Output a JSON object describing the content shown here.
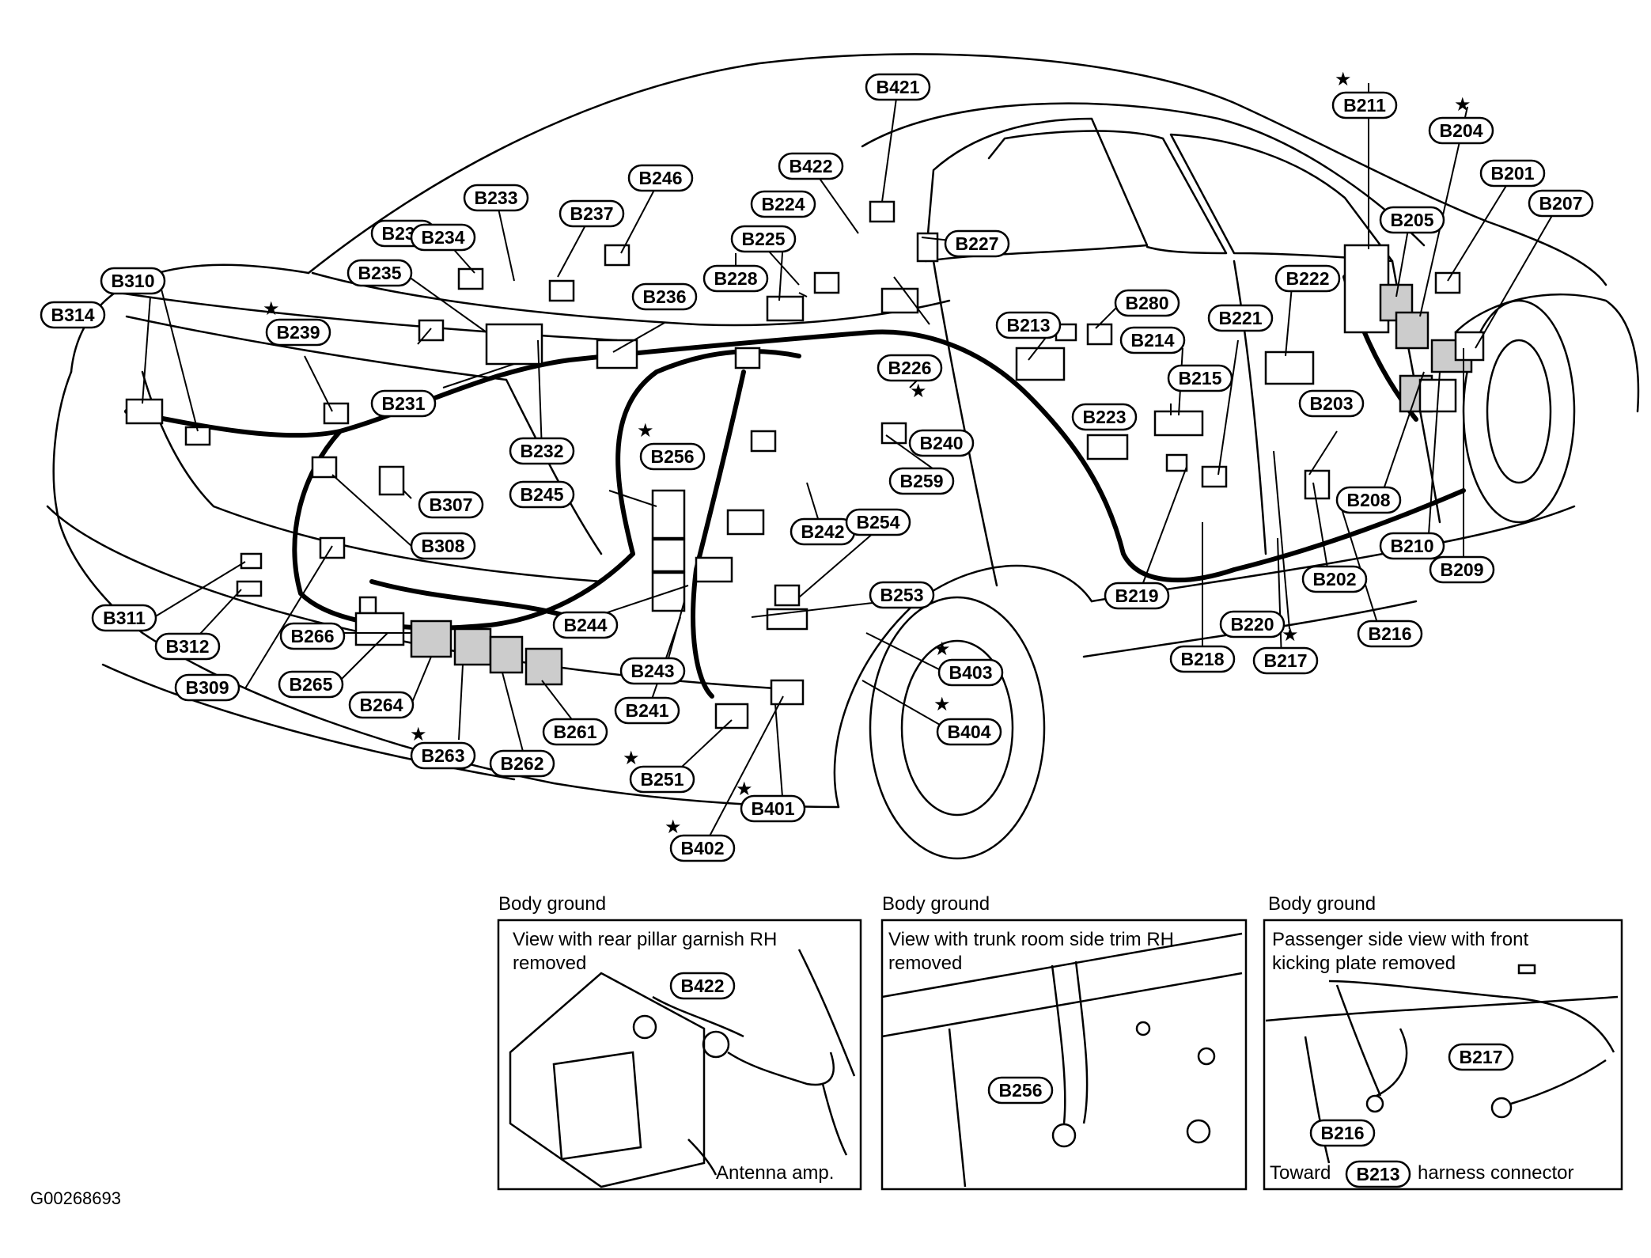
{
  "figure_id": "G00268693",
  "connectors": [
    "B421",
    "B422",
    "B246",
    "B233",
    "B237",
    "B238",
    "B234",
    "B235",
    "B239",
    "B231",
    "B232",
    "B310",
    "B314",
    "B224",
    "B225",
    "B228",
    "B236",
    "B227",
    "B226",
    "B240",
    "B256",
    "B259",
    "B245",
    "B242",
    "B254",
    "B244",
    "B253",
    "B243",
    "B241",
    "B307",
    "B308",
    "B311",
    "B312",
    "B309",
    "B266",
    "B265",
    "B264",
    "B263",
    "B262",
    "B261",
    "B251",
    "B401",
    "B402",
    "B403",
    "B404",
    "B211",
    "B204",
    "B201",
    "B205",
    "B207",
    "B222",
    "B280",
    "B213",
    "B214",
    "B221",
    "B215",
    "B223",
    "B203",
    "B208",
    "B210",
    "B209",
    "B219",
    "B202",
    "B218",
    "B220",
    "B216",
    "B217"
  ],
  "insets": [
    {
      "title": "Body ground",
      "note_line1": "View with rear pillar garnish RH",
      "note_line2": "removed",
      "label": "B422",
      "caption": "Antenna amp."
    },
    {
      "title": "Body ground",
      "note_line1": "View with trunk room side trim RH",
      "note_line2": "removed",
      "label": "B256"
    },
    {
      "title": "Body ground",
      "note_line1": "Passenger side view with front",
      "note_line2": "kicking plate removed",
      "label_a": "B217",
      "label_b": "B216",
      "caption_pre": "Toward",
      "caption_label": "B213",
      "caption_post": "harness connector"
    }
  ]
}
